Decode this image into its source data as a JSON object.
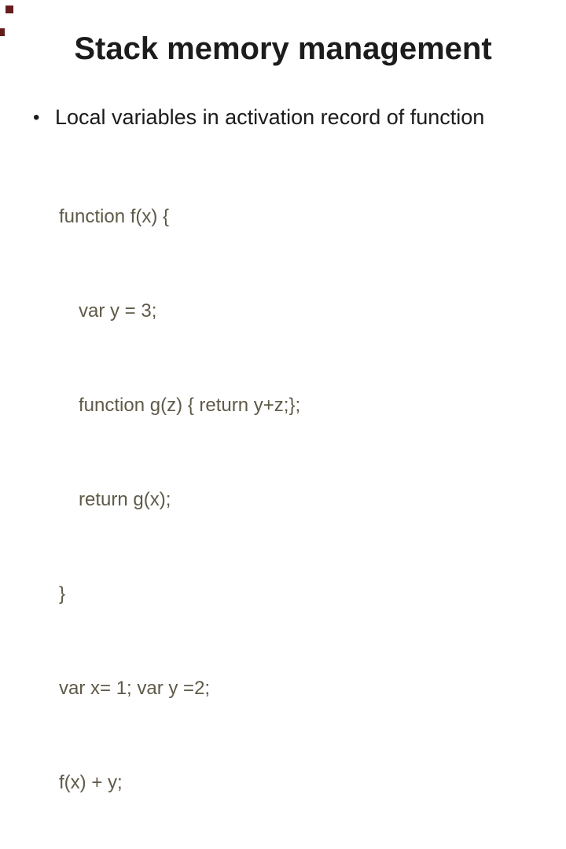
{
  "slide": {
    "title": "Stack memory management",
    "bullet": {
      "marker": "•",
      "text": "Local variables in activation record of function"
    },
    "code_lines": [
      {
        "text": "function f(x) {",
        "indent": 0
      },
      {
        "text": "var y = 3;",
        "indent": 1
      },
      {
        "text": "function g(z) { return y+z;};",
        "indent": 1
      },
      {
        "text": "return g(x);",
        "indent": 1
      },
      {
        "text": "}",
        "indent": 0
      },
      {
        "text": "var x= 1; var y =2;",
        "indent": 0
      },
      {
        "text": "f(x) + y;",
        "indent": 0
      }
    ],
    "colors": {
      "background": "#ffffff",
      "title_text": "#1c1c1c",
      "bullet_text": "#1c1c1c",
      "code_text": "#5f5a48",
      "corner_accent": "#641d1d"
    }
  }
}
